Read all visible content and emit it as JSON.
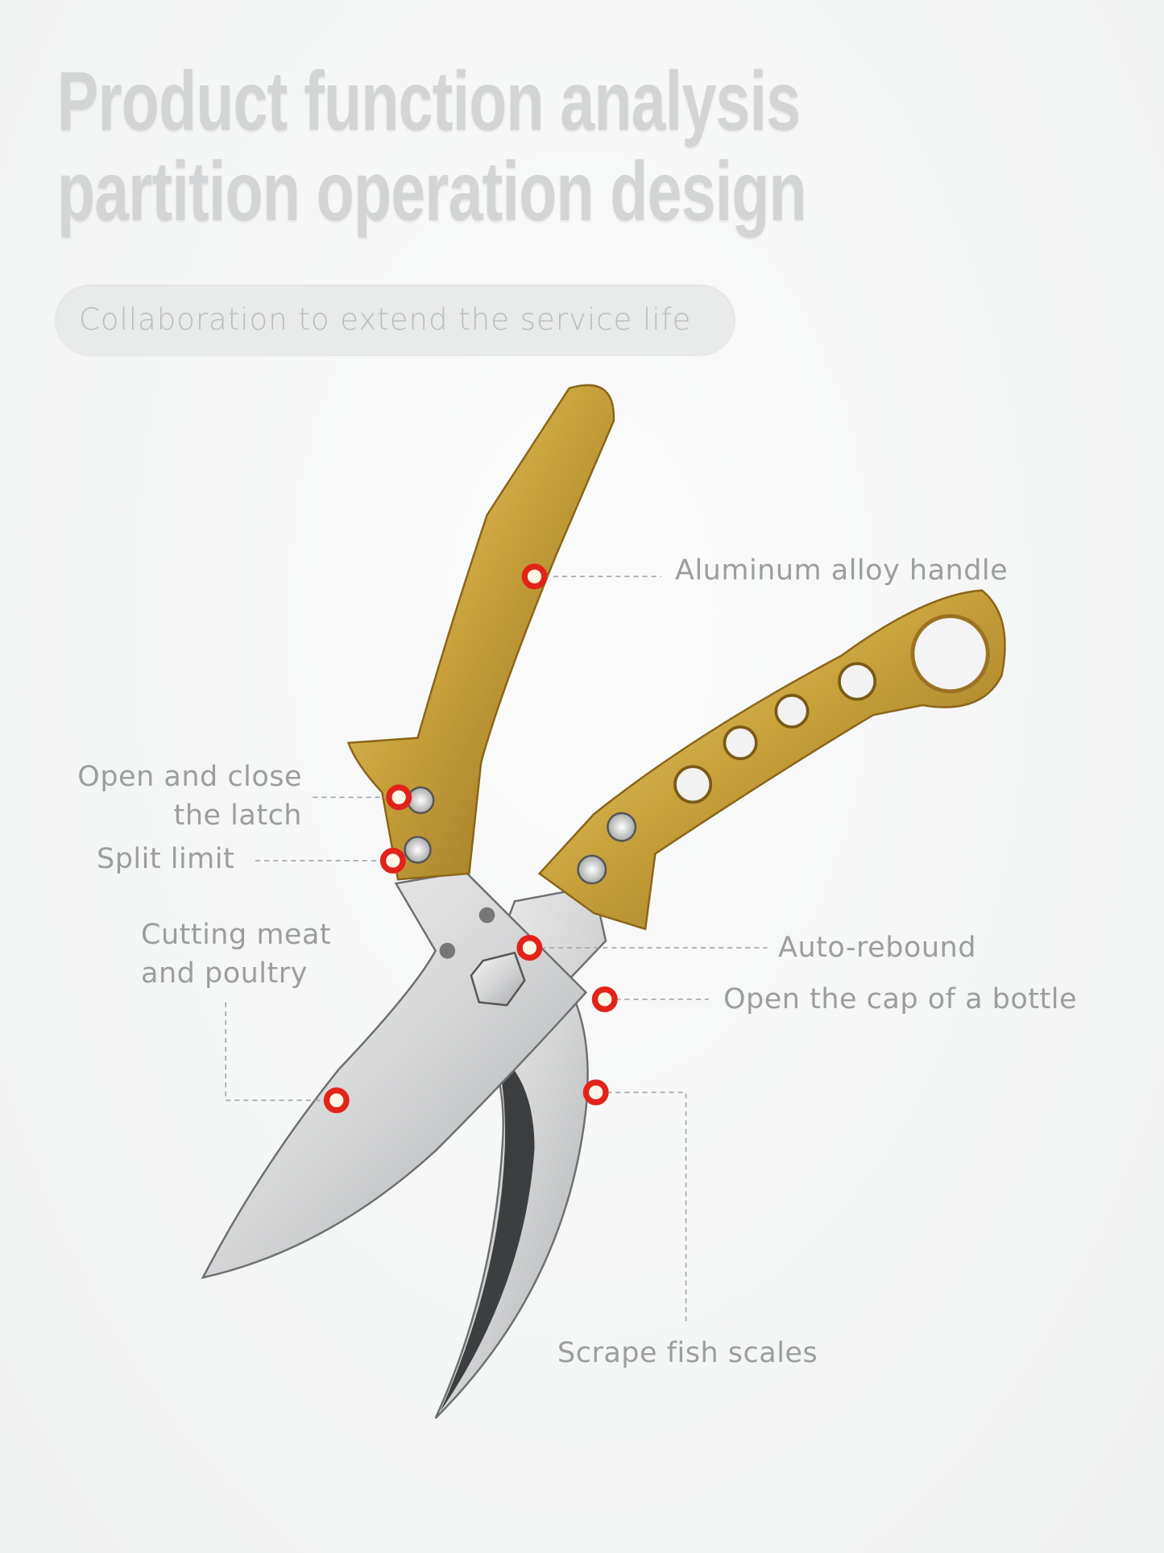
{
  "header": {
    "title_line1": "Product function analysis",
    "title_line2": "partition operation design",
    "subtitle": "Collaboration to extend the service life"
  },
  "callouts": {
    "handle": "Aluminum alloy handle",
    "latch_line1": "Open and close",
    "latch_line2": "the latch",
    "split_limit": "Split limit",
    "cutting_line1": "Cutting meat",
    "cutting_line2": "and poultry",
    "auto_rebound": "Auto-rebound",
    "bottle": "Open the cap of a bottle",
    "fish_scales": "Scrape fish scales"
  },
  "colors": {
    "marker": "#e2231a",
    "gold": "#c9a23c",
    "steel": "#d9dadb",
    "text": "#9c9d9e"
  }
}
